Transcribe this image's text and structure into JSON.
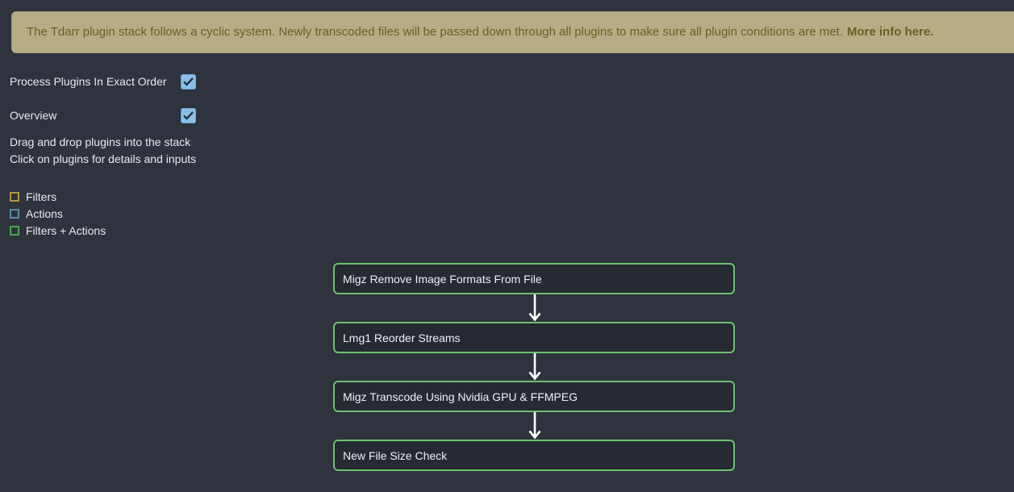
{
  "banner": {
    "text": "The Tdarr plugin stack follows a cyclic system. Newly transcoded files will be passed down through all plugins to make sure all plugin conditions are met.",
    "link_text": "More info here.",
    "bg_color": "#b6ad87",
    "text_color": "#6b5e21"
  },
  "controls": [
    {
      "label": "Process Plugins In Exact Order",
      "checked": true
    },
    {
      "label": "Overview",
      "checked": true
    }
  ],
  "checkbox": {
    "fill_color": "#8ac0e8",
    "check_color": "#283240"
  },
  "instructions": {
    "line1": "Drag and drop plugins into the stack",
    "line2": "Click on plugins for details and inputs"
  },
  "legend": {
    "items": [
      {
        "label": "Filters",
        "color": "#b2973c"
      },
      {
        "label": "Actions",
        "color": "#5b8ba3"
      },
      {
        "label": "Filters + Actions",
        "color": "#47a84f"
      }
    ]
  },
  "stack": {
    "border_color": "#6cc16f",
    "arrow_color": "#ffffff",
    "plugins": [
      {
        "label": "Migz Remove Image Formats From File"
      },
      {
        "label": "Lmg1 Reorder Streams"
      },
      {
        "label": "Migz Transcode Using Nvidia GPU & FFMPEG"
      },
      {
        "label": "New File Size Check"
      }
    ]
  }
}
